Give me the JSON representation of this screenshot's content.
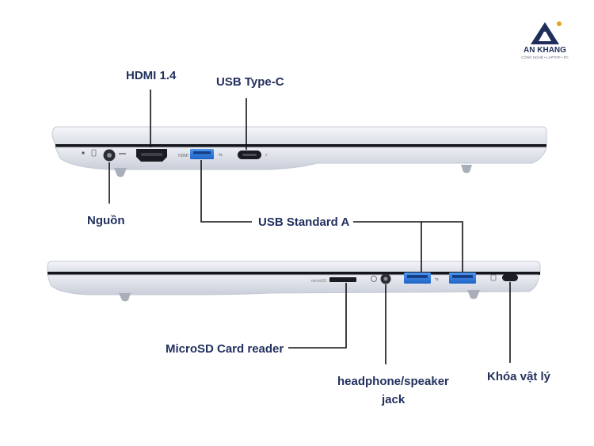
{
  "brand": {
    "name": "AN KHANG",
    "tagline": "CÔNG NGHỆ • LAPTOP • PC",
    "color": "#1f2d5a",
    "accent": "#e8a21a"
  },
  "labels": {
    "hdmi": "HDMI 1.4",
    "usb_c": "USB Type-C",
    "power": "Nguồn",
    "usb_a": "USB Standard A",
    "microsd": "MicroSD Card reader",
    "audio_line1": "headphone/speaker",
    "audio_line2": "jack",
    "lock": "Khóa vật lý"
  },
  "colors": {
    "label_text": "#22305e",
    "leader_line": "#111111",
    "laptop_body": "#e4e7ee",
    "port_blue": "#2a7be0"
  }
}
